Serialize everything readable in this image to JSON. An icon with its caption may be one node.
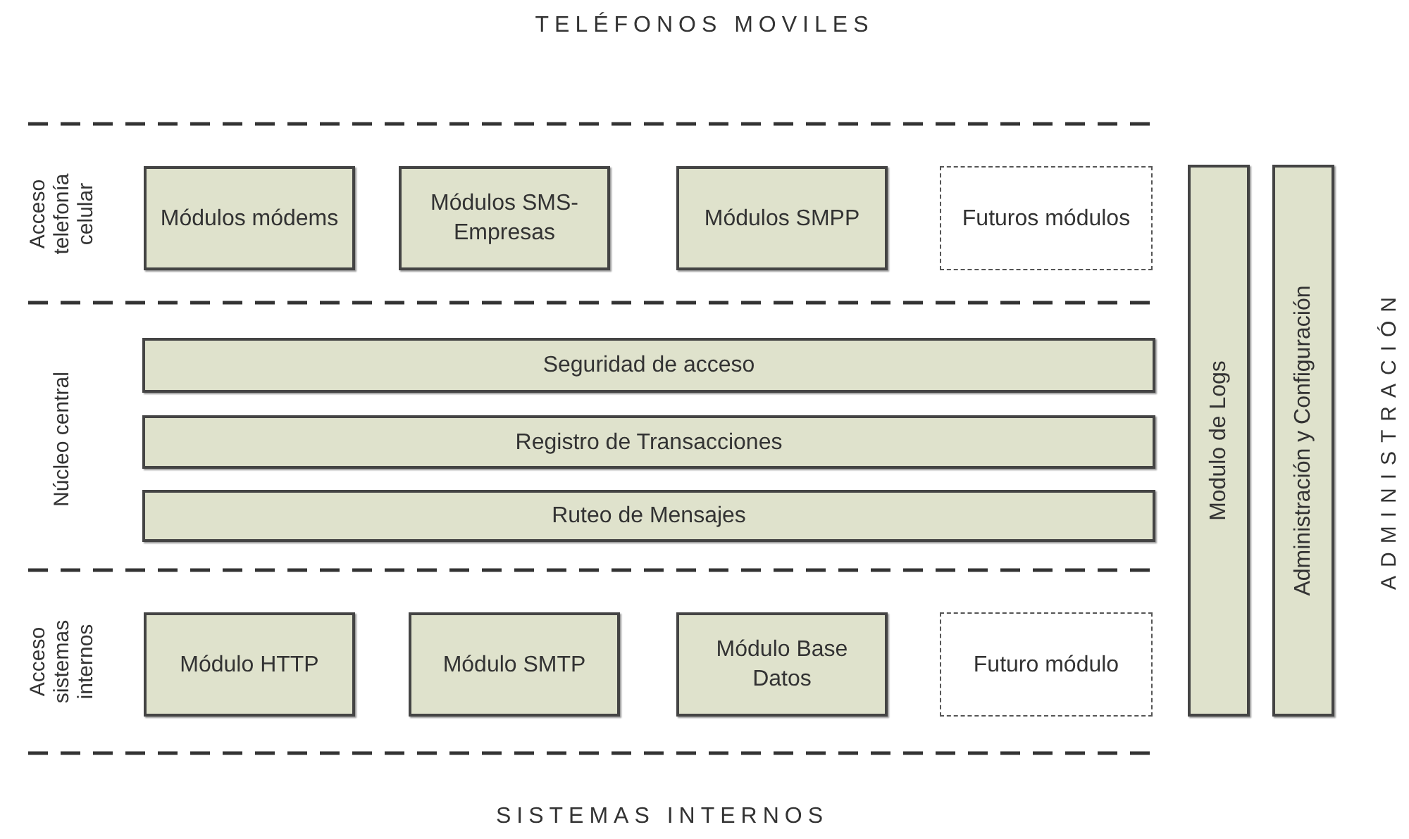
{
  "diagram": {
    "nodes": [
      {
        "text": [
          "Módulos módems"
        ]
      },
      {
        "text": [
          "Módulos SMS-Empresas"
        ]
      },
      {
        "text": [
          "Módulos SMPP"
        ]
      },
      {
        "text": [
          "Futuros módulos"
        ]
      },
      {
        "text": [
          "Seguridad de acceso"
        ]
      },
      {
        "text": [
          "Registro de Transacciones"
        ]
      },
      {
        "text": [
          "Ruteo de Mensajes"
        ]
      },
      {
        "text": [
          "Módulo HTTP"
        ]
      },
      {
        "text": [
          "Módulo SMTP"
        ]
      },
      {
        "text": [
          "Módulo Base Datos"
        ]
      },
      {
        "text": [
          "Futuro módulo"
        ]
      },
      {
        "text": [
          "Modulo de Logs"
        ]
      },
      {
        "text": [
          "Administración y Configuración"
        ]
      }
    ],
    "edges": [],
    "labels": [
      "TELÉFONOS MOVILES",
      "Acceso telefonía celular",
      "ADMINISTRACIÓN",
      "Núcleo central",
      "Acceso sistemas internos",
      "SISTEMAS INTERNOS"
    ]
  }
}
